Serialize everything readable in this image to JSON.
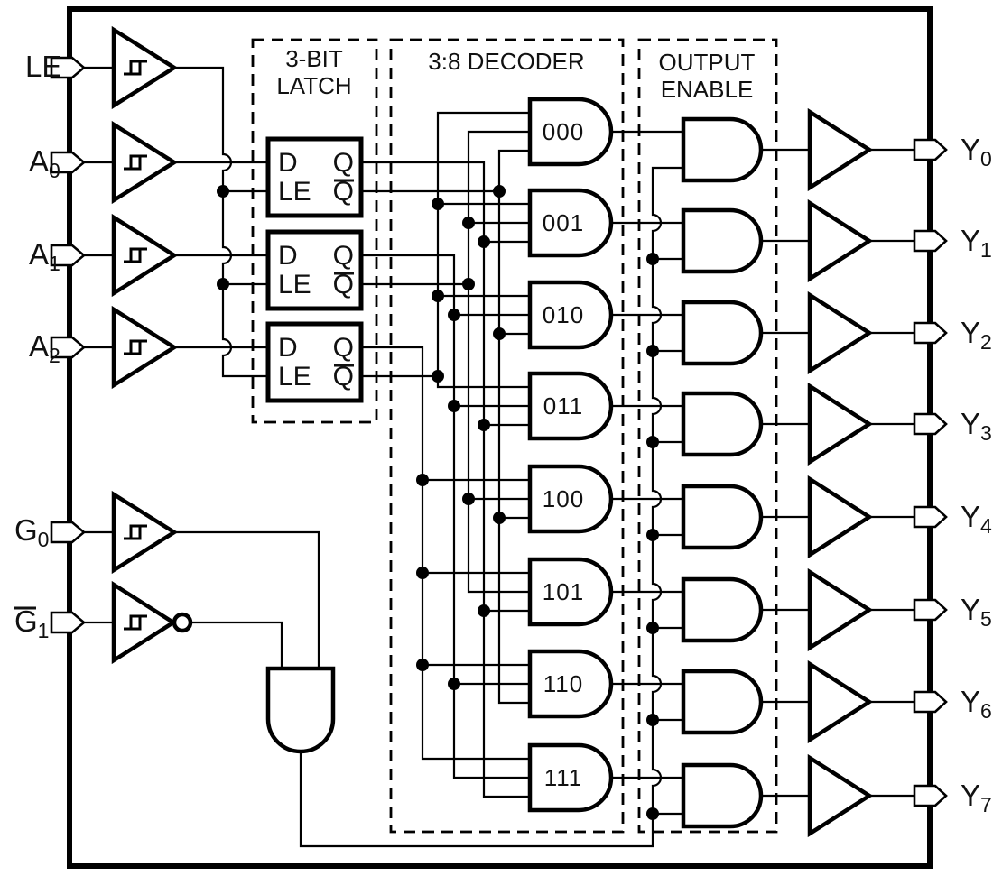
{
  "inputs": [
    {
      "label": "LE",
      "sub": ""
    },
    {
      "label": "A",
      "sub": "0"
    },
    {
      "label": "A",
      "sub": "1"
    },
    {
      "label": "A",
      "sub": "2"
    },
    {
      "label": "G",
      "sub": "0"
    },
    {
      "label": "G",
      "sub": "1",
      "overline": true
    }
  ],
  "outputs": [
    {
      "label": "Y",
      "sub": "0"
    },
    {
      "label": "Y",
      "sub": "1"
    },
    {
      "label": "Y",
      "sub": "2"
    },
    {
      "label": "Y",
      "sub": "3"
    },
    {
      "label": "Y",
      "sub": "4"
    },
    {
      "label": "Y",
      "sub": "5"
    },
    {
      "label": "Y",
      "sub": "6"
    },
    {
      "label": "Y",
      "sub": "7"
    }
  ],
  "blocks": {
    "latch": {
      "line1": "3-BIT",
      "line2": "LATCH"
    },
    "decoder": {
      "title": "3:8 DECODER"
    },
    "oe": {
      "line1": "OUTPUT",
      "line2": "ENABLE"
    }
  },
  "latch_ports": {
    "d": "D",
    "le": "LE",
    "q": "Q",
    "qbar": "Q"
  },
  "decoder_gates": [
    "000",
    "001",
    "010",
    "011",
    "100",
    "101",
    "110",
    "111"
  ],
  "colors": {
    "line": "#000000",
    "background": "#ffffff",
    "text": "#111111"
  }
}
